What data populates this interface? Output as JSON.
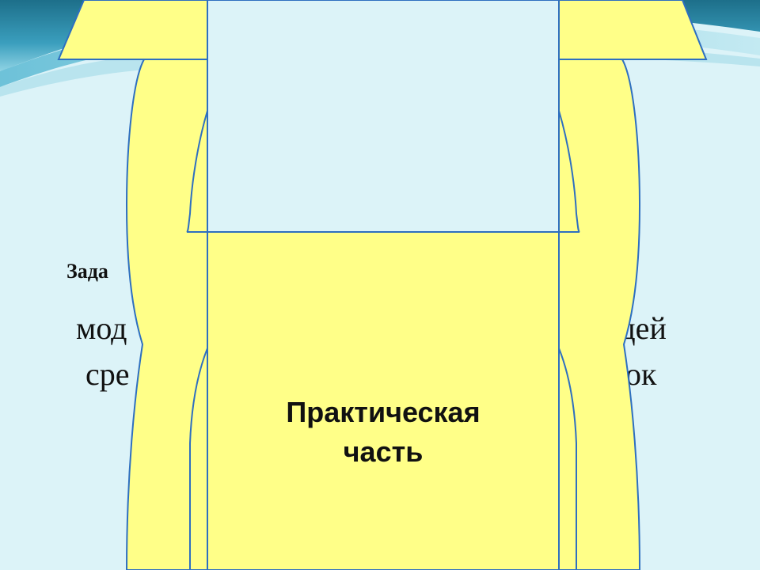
{
  "slide": {
    "task_heading": "Зада",
    "body_line1_left": "мод",
    "body_line1_right": "ющей",
    "body_line2_left": "сре",
    "body_line2_right": "ок",
    "panel_title_line1": "Практическая",
    "panel_title_line2": "часть"
  },
  "colors": {
    "background": "#dcf3f8",
    "wave_dark": "#1d6f8a",
    "wave_mid": "#4fb2cf",
    "wave_light": "#a9dde9",
    "panel_fill": "#ffff88",
    "panel_stroke": "#2e6fc0"
  }
}
